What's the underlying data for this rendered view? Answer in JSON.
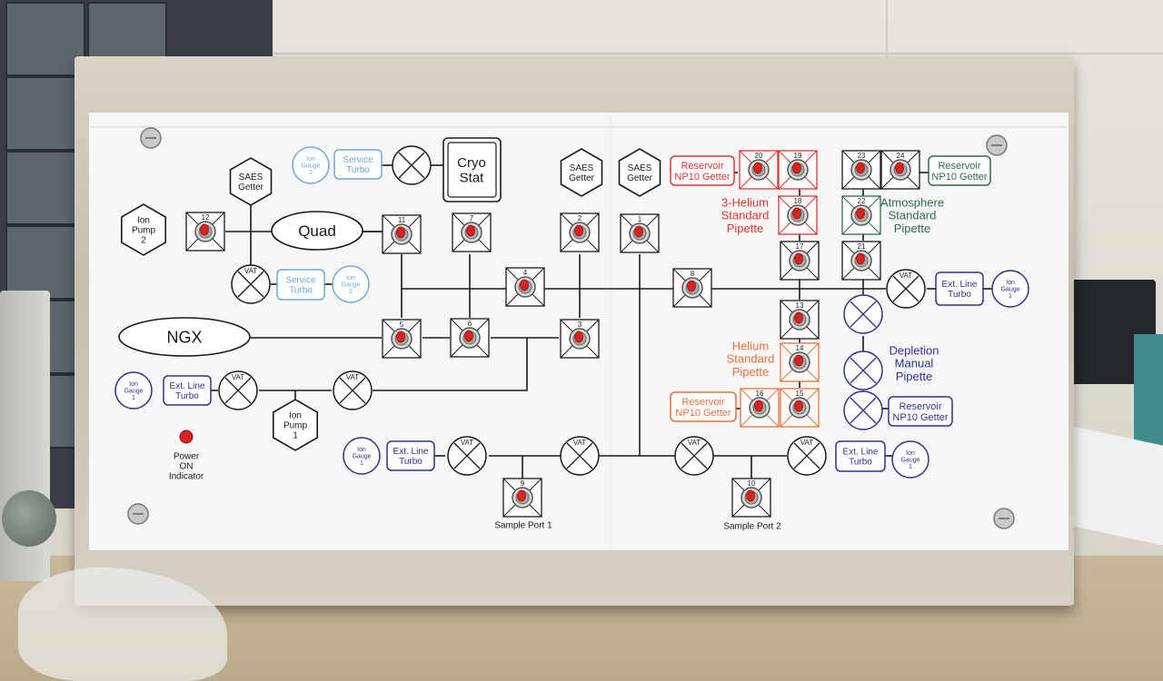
{
  "labels": {
    "saes_getter_1": [
      "SAES",
      "Getter"
    ],
    "saes_getter_2": [
      "SAES",
      "Getter"
    ],
    "saes_getter_3": [
      "SAES",
      "Getter"
    ],
    "ion_pump_2": [
      "Ion",
      "Pump",
      "2"
    ],
    "ion_pump_1": [
      "Ion",
      "Pump",
      "1"
    ],
    "quad": "Quad",
    "ngx": "NGX",
    "cryo_stat": [
      "Cryo",
      "Stat"
    ],
    "ion_gauge_2_top": [
      "Ion",
      "Gauge",
      "2"
    ],
    "service_turbo_top": [
      "Service",
      "Turbo"
    ],
    "service_turbo_mid": [
      "Service",
      "Turbo"
    ],
    "ion_gauge_2_mid": [
      "Ion",
      "Gauge",
      "2"
    ],
    "ion_gauge_1_left": [
      "Ion",
      "Gauge",
      "1"
    ],
    "ext_line_turbo_left": [
      "Ext. Line",
      "Turbo"
    ],
    "ion_gauge_1_bottom_left": [
      "Ion",
      "Gauge",
      "1"
    ],
    "ext_line_turbo_bottom_left": [
      "Ext. Line",
      "Turbo"
    ],
    "ext_line_turbo_bottom_right": [
      "Ext. Line",
      "Turbo"
    ],
    "ion_gauge_1_bottom_right": [
      "Ion",
      "Gauge",
      "1"
    ],
    "ext_line_turbo_right": [
      "Ext. Line",
      "Turbo"
    ],
    "ion_gauge_1_right": [
      "Ion",
      "Gauge",
      "1"
    ],
    "vat": "VAT",
    "reservoir_red": [
      "Reservoir",
      "NP10 Getter"
    ],
    "reservoir_green": [
      "Reservoir",
      "NP10 Getter"
    ],
    "reservoir_orange": [
      "Reservoir",
      "NP10 Getter"
    ],
    "reservoir_blue": [
      "Reservoir",
      "NP10 Getter"
    ],
    "helium3_pipette": [
      "3-Helium",
      "Standard",
      "Pipette"
    ],
    "atmosphere_pipette": [
      "Atmosphere",
      "Standard",
      "Pipette"
    ],
    "helium_pipette": [
      "Helium",
      "Standard",
      "Pipette"
    ],
    "depletion_pipette": [
      "Depletion",
      "Manual",
      "Pipette"
    ],
    "power_indicator": [
      "Power",
      "ON",
      "Indicator"
    ],
    "sample_port_1": "Sample Port 1",
    "sample_port_2": "Sample Port 2"
  },
  "valve_numbers": [
    "1",
    "2",
    "3",
    "4",
    "5",
    "6",
    "7",
    "8",
    "9",
    "10",
    "11",
    "12",
    "13",
    "14",
    "15",
    "16",
    "17",
    "18",
    "19",
    "20",
    "21",
    "22",
    "23",
    "24"
  ],
  "colors": {
    "black_line": "#1a1a1a",
    "light_blue": "#6fa8d8",
    "navy": "#2e3192",
    "red": "#e0332f",
    "green": "#2f6b4a",
    "orange": "#e8703a",
    "led_red": "#d9231f"
  }
}
